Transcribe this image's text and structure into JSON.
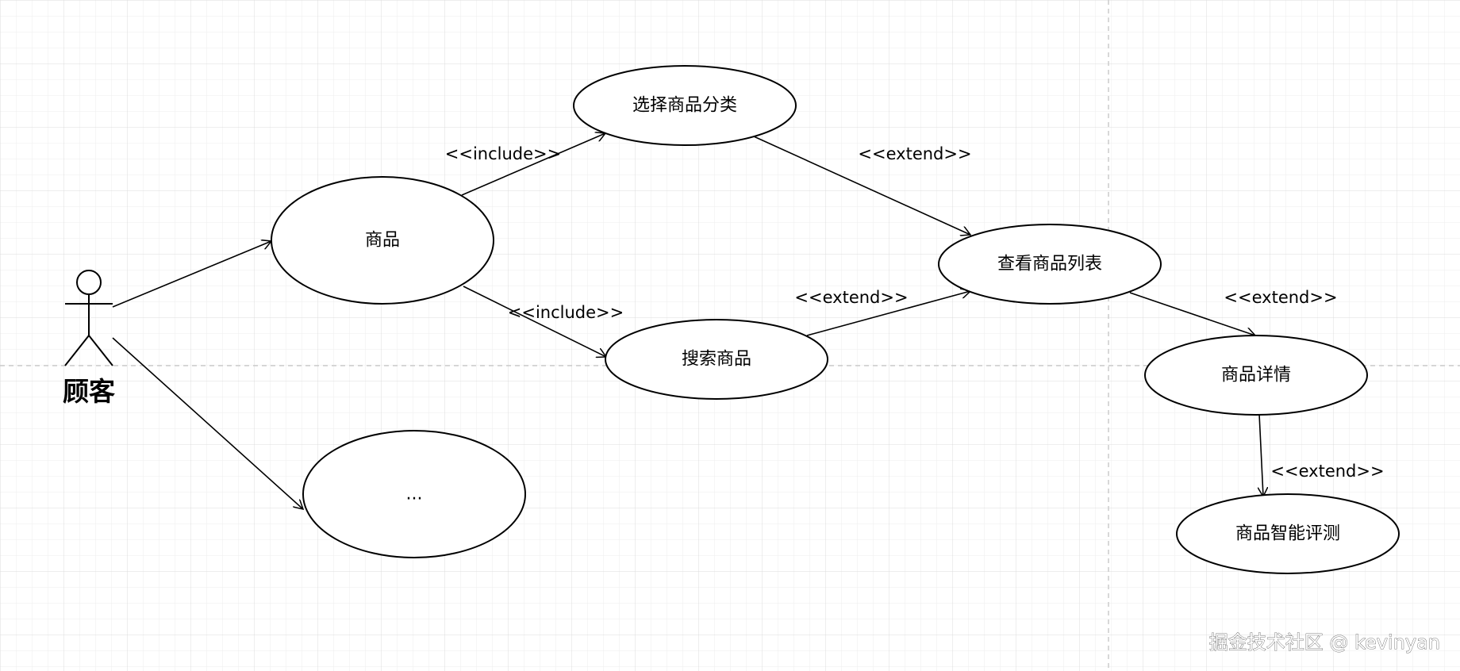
{
  "diagram": {
    "type": "use-case",
    "colors": {
      "line": "#000000",
      "fill": "#ffffff",
      "grid_minor": "#eeeeee",
      "grid_major": "#dcdcdc",
      "divider": "#cccccc"
    },
    "actor": {
      "id": "customer",
      "label": "顾客"
    },
    "use_cases": [
      {
        "id": "goods",
        "label": "商品"
      },
      {
        "id": "select_category",
        "label": "选择商品分类"
      },
      {
        "id": "search_goods",
        "label": "搜索商品"
      },
      {
        "id": "view_list",
        "label": "查看商品列表"
      },
      {
        "id": "goods_detail",
        "label": "商品详情"
      },
      {
        "id": "smart_review",
        "label": "商品智能评测"
      },
      {
        "id": "more",
        "label": "..."
      }
    ],
    "relations": [
      {
        "from": "customer",
        "to": "goods",
        "label": ""
      },
      {
        "from": "customer",
        "to": "more",
        "label": ""
      },
      {
        "from": "goods",
        "to": "select_category",
        "label": "<<include>>"
      },
      {
        "from": "goods",
        "to": "search_goods",
        "label": "<<include>>"
      },
      {
        "from": "select_category",
        "to": "view_list",
        "label": "<<extend>>"
      },
      {
        "from": "search_goods",
        "to": "view_list",
        "label": "<<extend>>"
      },
      {
        "from": "view_list",
        "to": "goods_detail",
        "label": "<<extend>>"
      },
      {
        "from": "goods_detail",
        "to": "smart_review",
        "label": "<<extend>>"
      }
    ]
  },
  "watermark": "掘金技术社区 @ kevinyan"
}
